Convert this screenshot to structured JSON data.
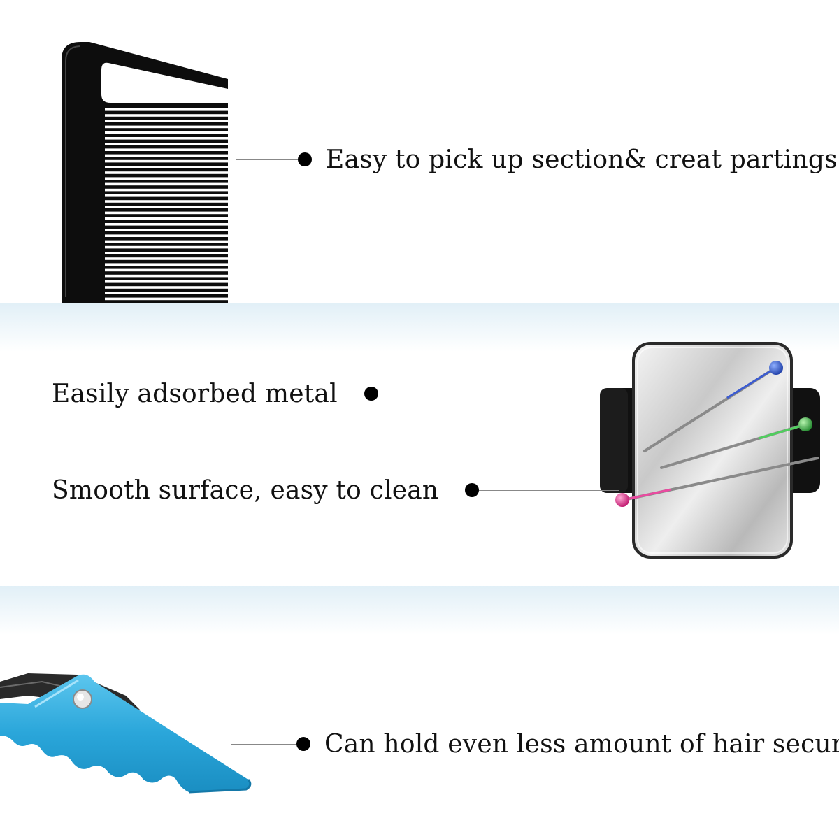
{
  "features": {
    "comb": {
      "label": "Easy to pick up section& creat partings",
      "icon": "tail-comb-icon"
    },
    "metal": {
      "label": "Easily adsorbed metal",
      "icon": "magnetic-wristband-icon"
    },
    "surface": {
      "label": "Smooth surface, easy to clean",
      "icon": "magnetic-wristband-icon"
    },
    "clip": {
      "label": "Can hold even less amount of hair securely",
      "icon": "hair-clip-icon"
    }
  },
  "colors": {
    "comb": "#0d0d0d",
    "clip_blue": "#29a9dc",
    "pin_blue": "#2b4fc2",
    "pin_green": "#3ab54a",
    "pin_pink": "#e0338e",
    "wristband": "#111111"
  }
}
